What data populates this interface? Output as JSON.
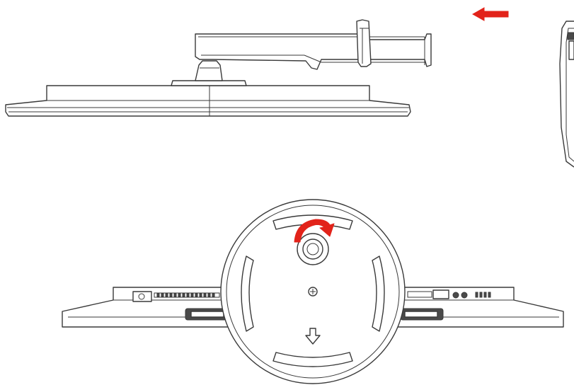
{
  "figure": {
    "views": [
      "side-view-monitor-with-stand",
      "edge-view-monitor",
      "back-view-monitor-with-round-base"
    ],
    "arrow_color": "#e2231a",
    "line_color": "#3a3a3a",
    "icons": {
      "direction_arrow": "left-arrow-icon",
      "rotation_arrow": "rotate-clockwise-arrow-icon",
      "down_arrow": "down-arrow-icon",
      "screw": "screw-icon"
    }
  }
}
